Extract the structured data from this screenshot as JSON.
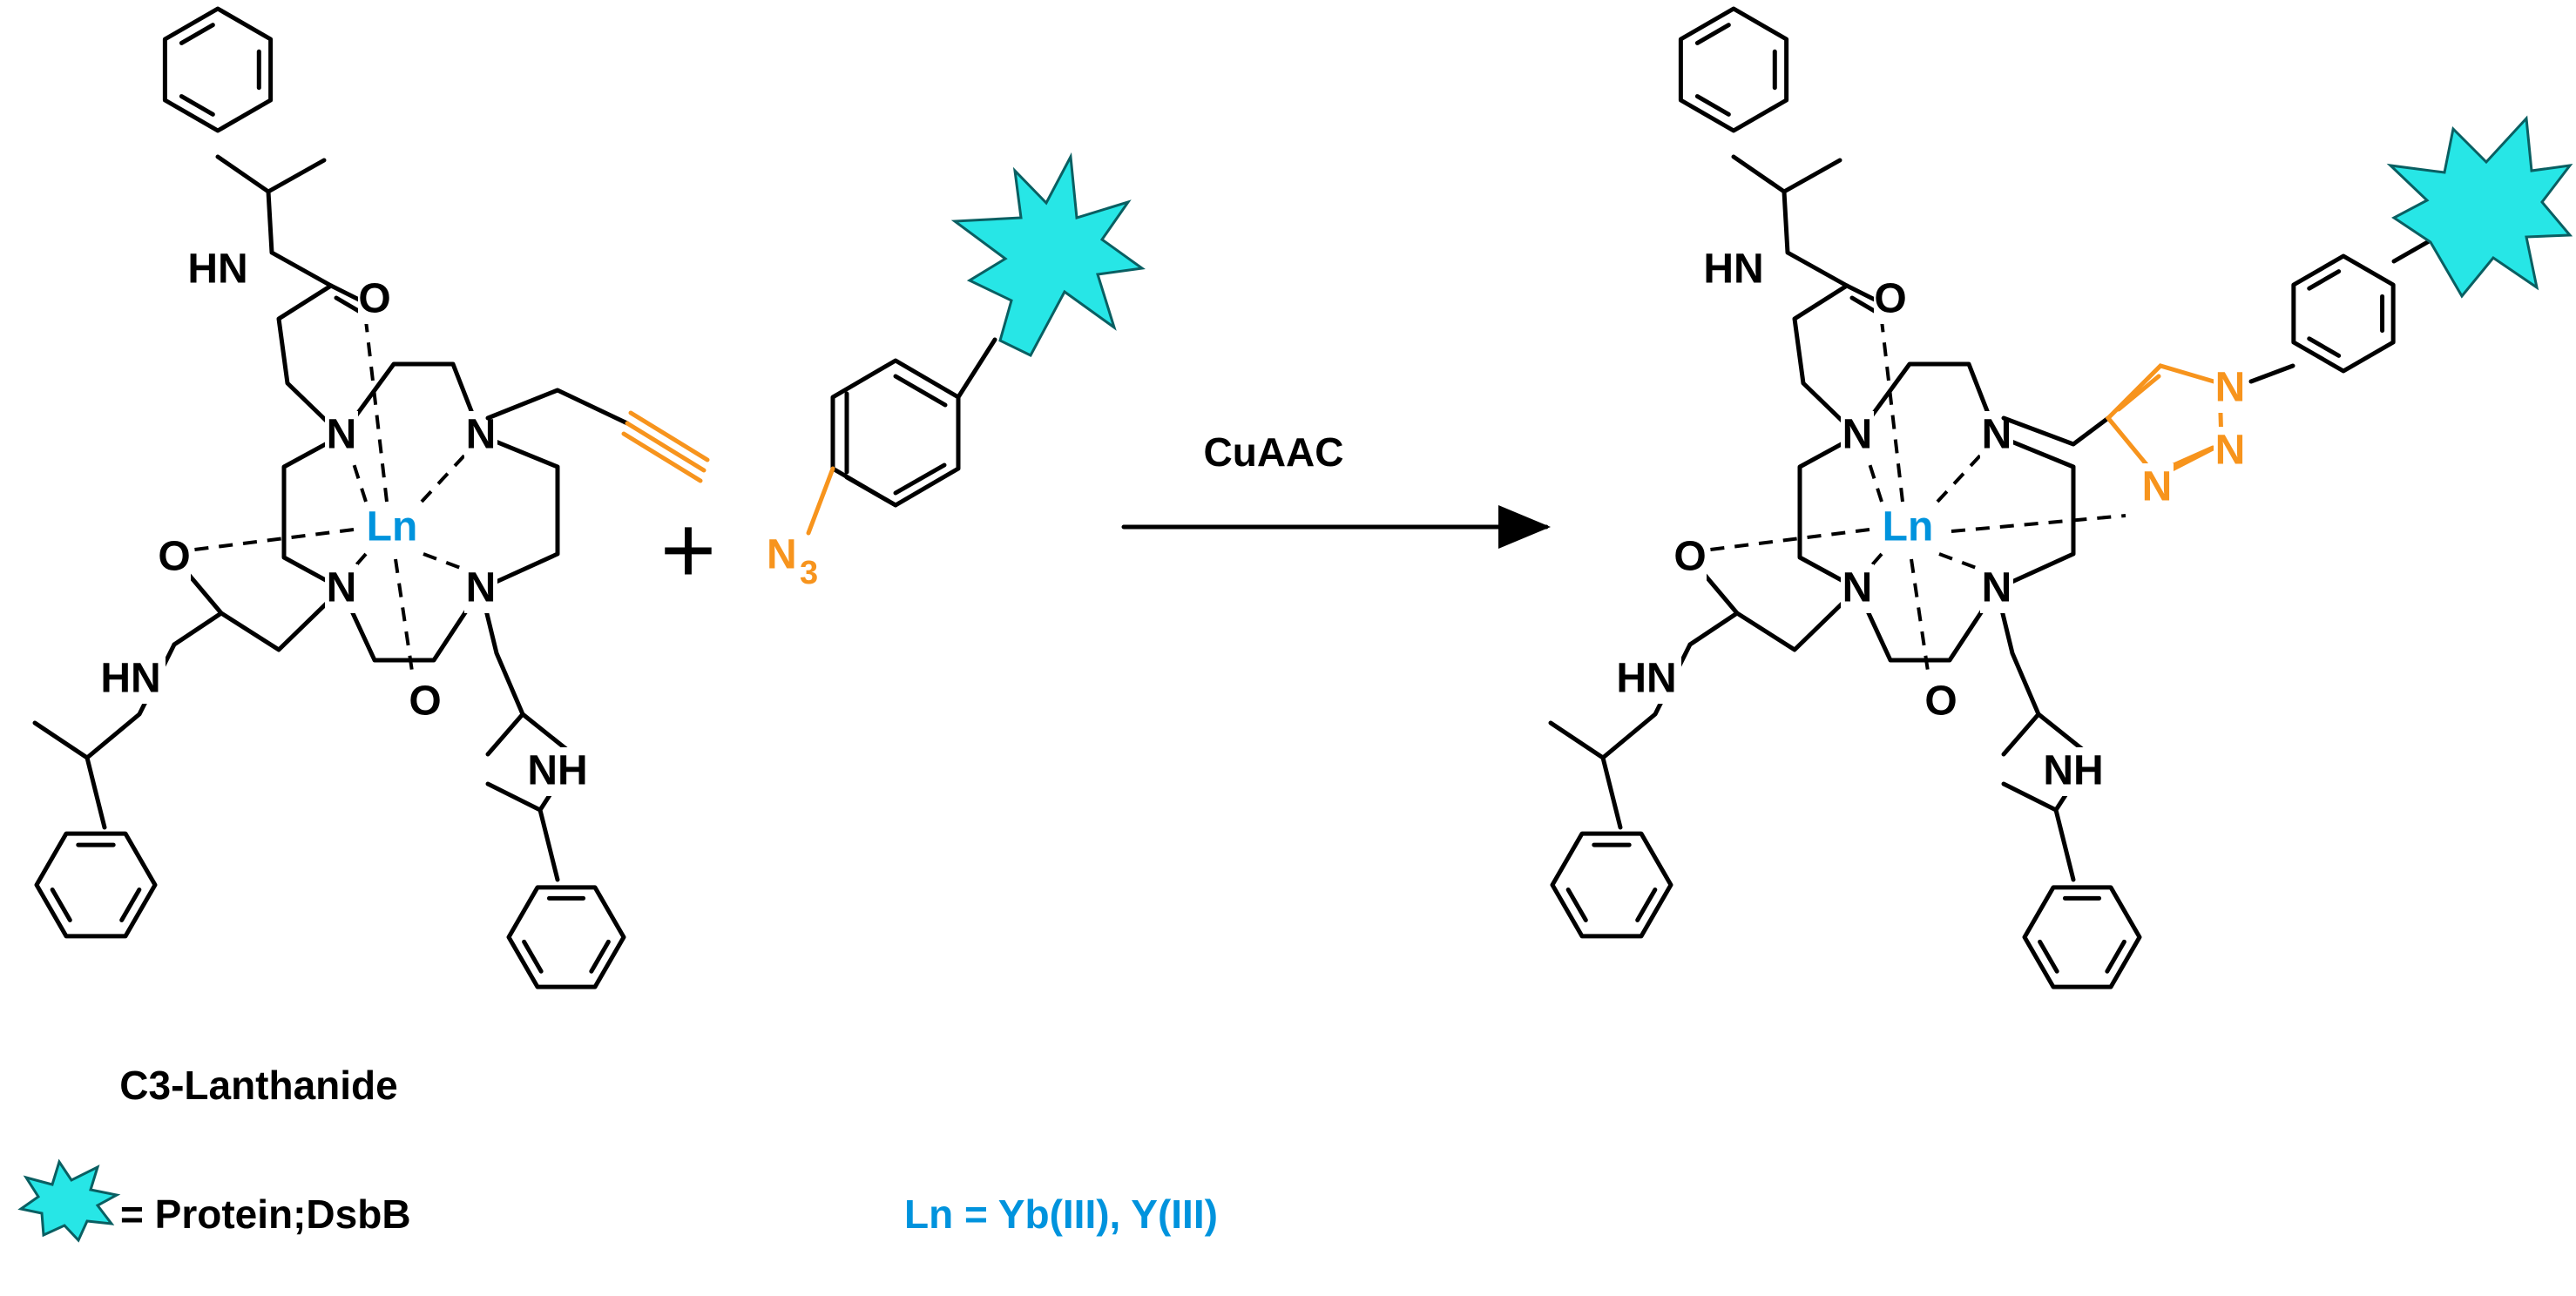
{
  "atoms": {
    "nitrogen": "N",
    "amide_nh": "HN",
    "amide_nh_right": "NH",
    "oxygen": "O",
    "metal": "Ln",
    "azide_n": "N",
    "azide_sub": "3"
  },
  "operators": {
    "plus": "+"
  },
  "arrow_label": "CuAAC",
  "compound_label": "C3-Lanthanide",
  "legend": {
    "protein_text": "= Protein;DsbB",
    "ln_text": "Ln = Yb(III), Y(III)"
  },
  "colors": {
    "metal": "#0093dd",
    "azide_triazole": "#f7941d",
    "protein_fill": "#27e6e6",
    "protein_stroke": "#0a5f62"
  },
  "icons": {
    "protein": "protein-star-icon"
  }
}
